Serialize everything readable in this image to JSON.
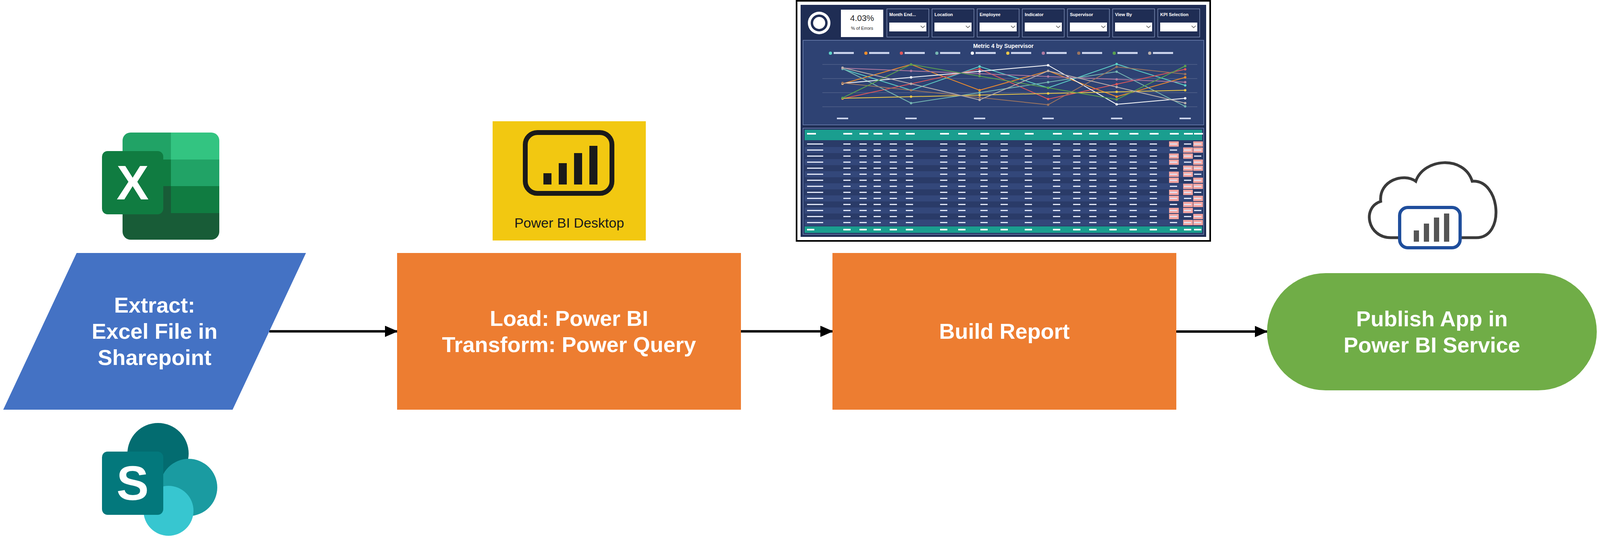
{
  "diagram": {
    "nodes": [
      {
        "text": [
          "Extract: Excel File in Sharepoint"
        ]
      },
      {
        "text": [
          "Load: Power BI",
          "Transform: Power Query"
        ]
      },
      {
        "text": [
          "Build Report"
        ]
      },
      {
        "text": [
          "Publish App in Power BI Service"
        ]
      }
    ],
    "edges": [
      {
        "from": 0,
        "to": 1,
        "arrow": "to"
      },
      {
        "from": 1,
        "to": 2,
        "arrow": "to"
      },
      {
        "from": 2,
        "to": 3,
        "arrow": "to"
      }
    ],
    "labels": [
      "X",
      "S",
      "Power BI Desktop",
      "4.03%",
      "% of Errors",
      "Month End...",
      "Location",
      "Employee",
      "Indicator",
      "Supervisor",
      "View By",
      "KPI Selection",
      "Metric 4 by Supervisor"
    ]
  }
}
